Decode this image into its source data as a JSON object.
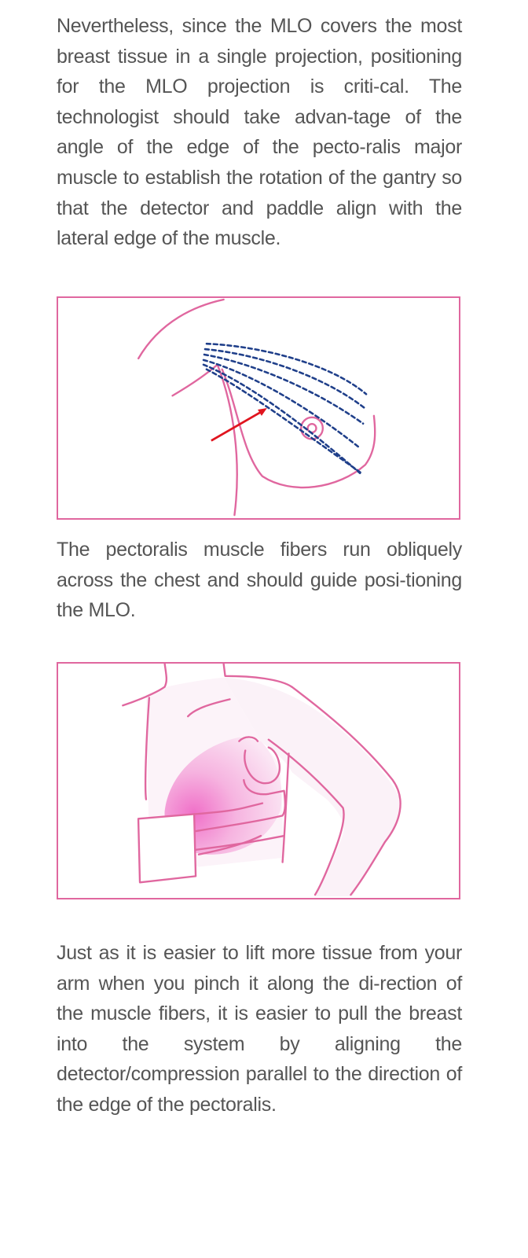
{
  "paragraph_1": "Nevertheless, since the MLO covers the most breast tissue in a single projection, positioning for the MLO projection is criti-cal.  The technologist should take advan-tage of the angle of the edge of the pecto-ralis major muscle to establish the rotation of the gantry so that the detector and paddle align with the lateral edge of the muscle.",
  "caption": "The pectoralis  muscle fibers run obliquely across the chest and should guide posi-tioning the MLO.",
  "paragraph_2": "Just as it is easier to lift more tissue from your arm when you pinch it along the di-rection of the muscle fibers, it is easier to pull the breast into the system by aligning the detector/compression parallel to the direction of the edge of the pectoralis.",
  "colors": {
    "text": "#555555",
    "frame_pink": "#e0679f",
    "fiber_blue": "#1f3f8a",
    "arrow_red": "#e0141e"
  }
}
